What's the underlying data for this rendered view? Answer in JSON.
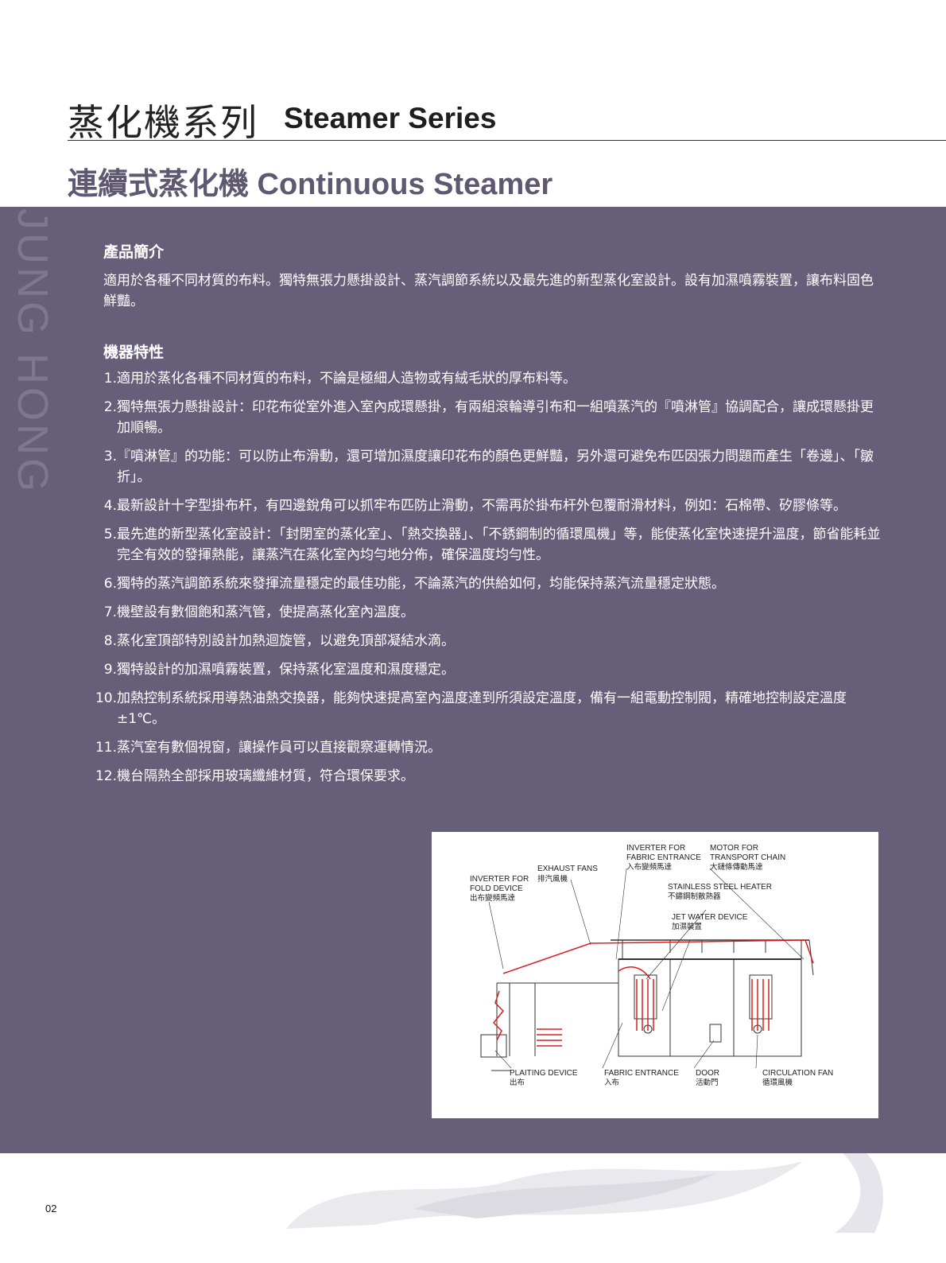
{
  "header": {
    "series_zh": "蒸化機系列",
    "series_en": "Steamer Series",
    "product": "連續式蒸化機 Continuous Steamer"
  },
  "brand": "JUNG HONG",
  "intro": {
    "heading": "產品簡介",
    "text": "適用於各種不同材質的布料。獨特無張力懸掛設計、蒸汽調節系統以及最先進的新型蒸化室設計。設有加濕噴霧裝置，讓布料固色鮮豔。"
  },
  "features": {
    "heading": "機器特性",
    "items": [
      {
        "num": "1.",
        "text": "適用於蒸化各種不同材質的布料，不論是極細人造物或有絨毛狀的厚布料等。"
      },
      {
        "num": "2.",
        "text": "獨特無張力懸掛設計：印花布從室外進入室內成環懸掛，有兩組滾輪導引布和一組噴蒸汽的『噴淋管』協調配合，讓成環懸掛更加順暢。"
      },
      {
        "num": "3.",
        "text": "『噴淋管』的功能：可以防止布滑動，還可增加濕度讓印花布的顏色更鮮豔，另外還可避免布匹因張力問題而產生「卷邊」、「皺折」。"
      },
      {
        "num": "4.",
        "text": "最新設計十字型掛布杆，有四邊銳角可以抓牢布匹防止滑動，不需再於掛布杆外包覆耐滑材料，例如：石棉帶、矽膠條等。"
      },
      {
        "num": "5.",
        "text": "最先進的新型蒸化室設計：「封閉室的蒸化室」、「熱交換器」、「不銹鋼制的循環風機」等，能使蒸化室快速提升溫度，節省能耗並完全有效的發揮熱能，讓蒸汽在蒸化室內均勻地分佈，確保溫度均勻性。"
      },
      {
        "num": "6.",
        "text": "獨特的蒸汽調節系統來發揮流量穩定的最佳功能，不論蒸汽的供給如何，均能保持蒸汽流量穩定狀態。"
      },
      {
        "num": "7.",
        "text": "機壁設有數個飽和蒸汽管，使提高蒸化室內溫度。"
      },
      {
        "num": "8.",
        "text": "蒸化室頂部特別設計加熱迴旋管，以避免頂部凝結水滴。"
      },
      {
        "num": "9.",
        "text": "獨特設計的加濕噴霧裝置，保持蒸化室溫度和濕度穩定。"
      },
      {
        "num": "10.",
        "text": "加熱控制系統採用導熱油熱交換器，能夠快速提高室內溫度達到所須設定溫度，備有一組電動控制閥，精確地控制設定溫度±1℃。"
      },
      {
        "num": "11.",
        "text": "蒸汽室有數個視窗，讓操作員可以直接觀察運轉情況。"
      },
      {
        "num": "12.",
        "text": "機台隔熱全部採用玻璃纖維材質，符合環保要求。"
      }
    ]
  },
  "diagram": {
    "labels": {
      "inverter_fold_en1": "INVERTER FOR",
      "inverter_fold_en2": "FOLD DEVICE",
      "inverter_fold_zh": "出布變頻馬達",
      "exhaust_en": "EXHAUST FANS",
      "exhaust_zh": "排汽風機",
      "inverter_fabric_en1": "INVERTER FOR",
      "inverter_fabric_en2": "FABRIC ENTRANCE",
      "inverter_fabric_zh": "入布變頻馬達",
      "motor_en1": "MOTOR FOR",
      "motor_en2": "TRANSPORT CHAIN",
      "motor_zh": "大鏈條傳動馬達",
      "heater_en": "STAINLESS STEEL HEATER",
      "heater_zh": "不鏽鋼制散熱器",
      "jet_en": "JET WATER DEVICE",
      "jet_zh": "加濕裝置",
      "plaiting_en": "PLAITING DEVICE",
      "plaiting_zh": "出布",
      "entrance_en": "FABRIC ENTRANCE",
      "entrance_zh": "入布",
      "door_en": "DOOR",
      "door_zh": "活動門",
      "fan_en": "CIRCULATION FAN",
      "fan_zh": "循環風機"
    }
  },
  "page_number": "02"
}
